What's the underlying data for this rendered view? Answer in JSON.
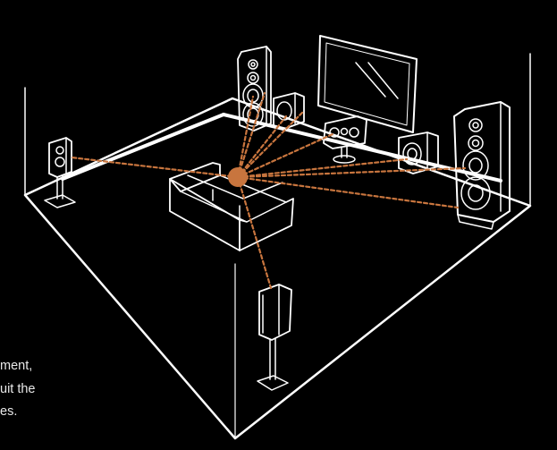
{
  "caption": {
    "line1": "ment,",
    "line2": "uit the",
    "line3": "es."
  },
  "colors": {
    "background": "#000000",
    "line": "#ffffff",
    "accent": "#c8753e"
  },
  "scene": {
    "listener_icon": "listener-dot",
    "speakers": [
      "front-left-tower-speaker",
      "front-right-tower-speaker",
      "center-channel-speaker",
      "left-subwoofer",
      "right-subwoofer",
      "left-surround-speaker",
      "rear-surround-speaker"
    ],
    "objects": [
      "television",
      "sofa"
    ]
  }
}
